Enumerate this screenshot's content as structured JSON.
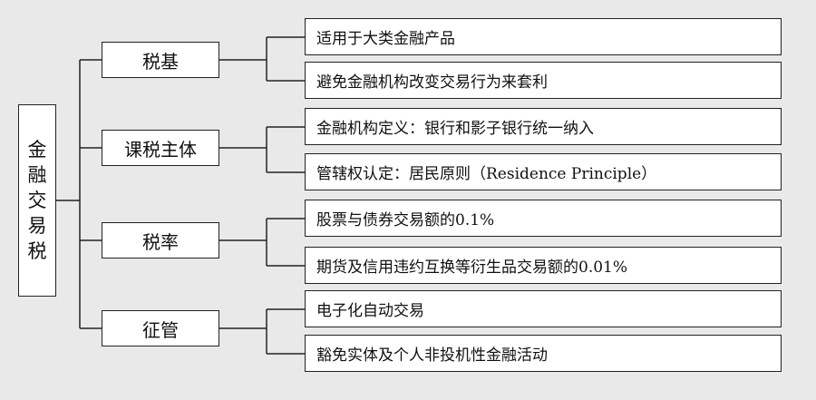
{
  "root": {
    "label": "金融交易税"
  },
  "categories": [
    {
      "label": "税基",
      "items": [
        "适用于大类金融产品",
        "避免金融机构改变交易行为来套利"
      ]
    },
    {
      "label": "课税主体",
      "items": [
        "金融机构定义：银行和影子银行统一纳入",
        "管辖权认定：居民原则（Residence Principle）"
      ]
    },
    {
      "label": "税率",
      "items": [
        "股票与债券交易额的0.1%",
        "期货及信用违约互换等衍生品交易额的0.01%"
      ]
    },
    {
      "label": "征管",
      "items": [
        "电子化自动交易",
        "豁免实体及个人非投机性金融活动"
      ]
    }
  ],
  "colors": {
    "background": "#e9e9e9",
    "box_fill": "#ffffff",
    "line": "#222222"
  }
}
